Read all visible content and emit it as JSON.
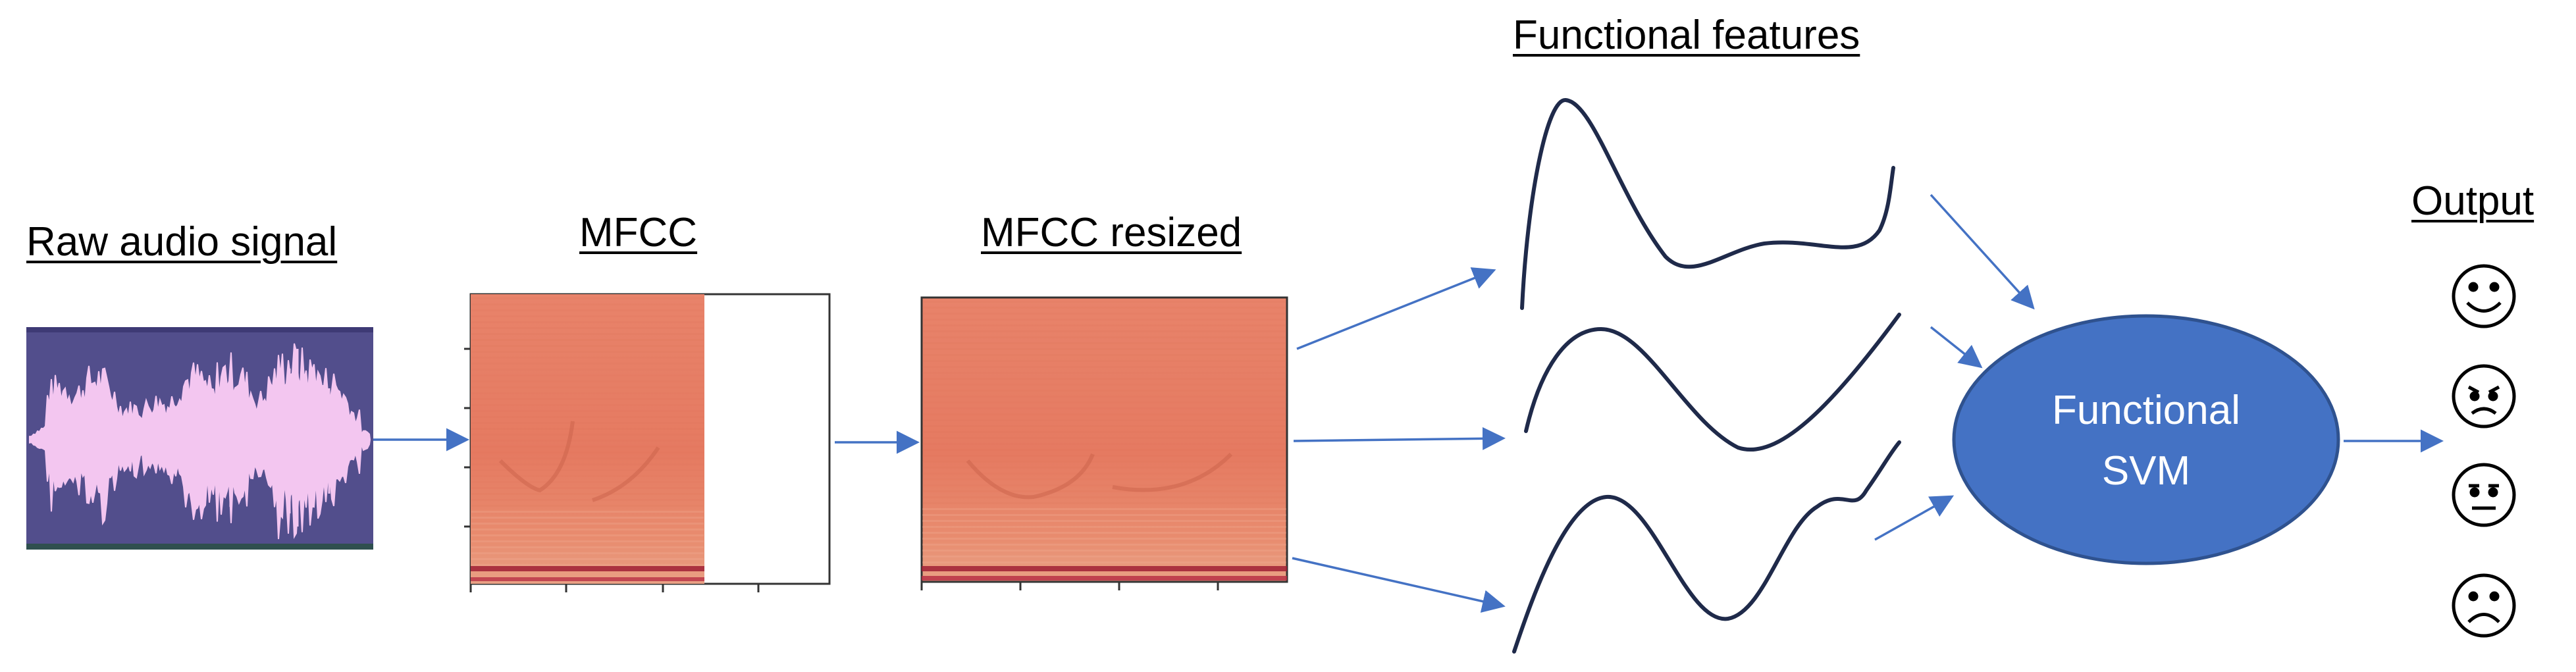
{
  "labels": {
    "raw_audio": "Raw audio signal",
    "mfcc": "MFCC",
    "mfcc_resized": "MFCC resized",
    "functional_features": "Functional features",
    "output": "Output"
  },
  "svm": {
    "line1": "Functional",
    "line2": "SVM"
  },
  "colors": {
    "arrow": "#4472C4",
    "svm_fill": "#4472C4",
    "svm_border": "#2F528F",
    "curve": "#1F2A4A",
    "waveform_bg": "#524E8C",
    "waveform_wave": "#F3C6F0",
    "mfcc_fill": "#E57A61"
  },
  "icons": [
    "smiley-happy-icon",
    "smiley-angry-icon",
    "smiley-neutral-icon",
    "smiley-sad-icon"
  ]
}
